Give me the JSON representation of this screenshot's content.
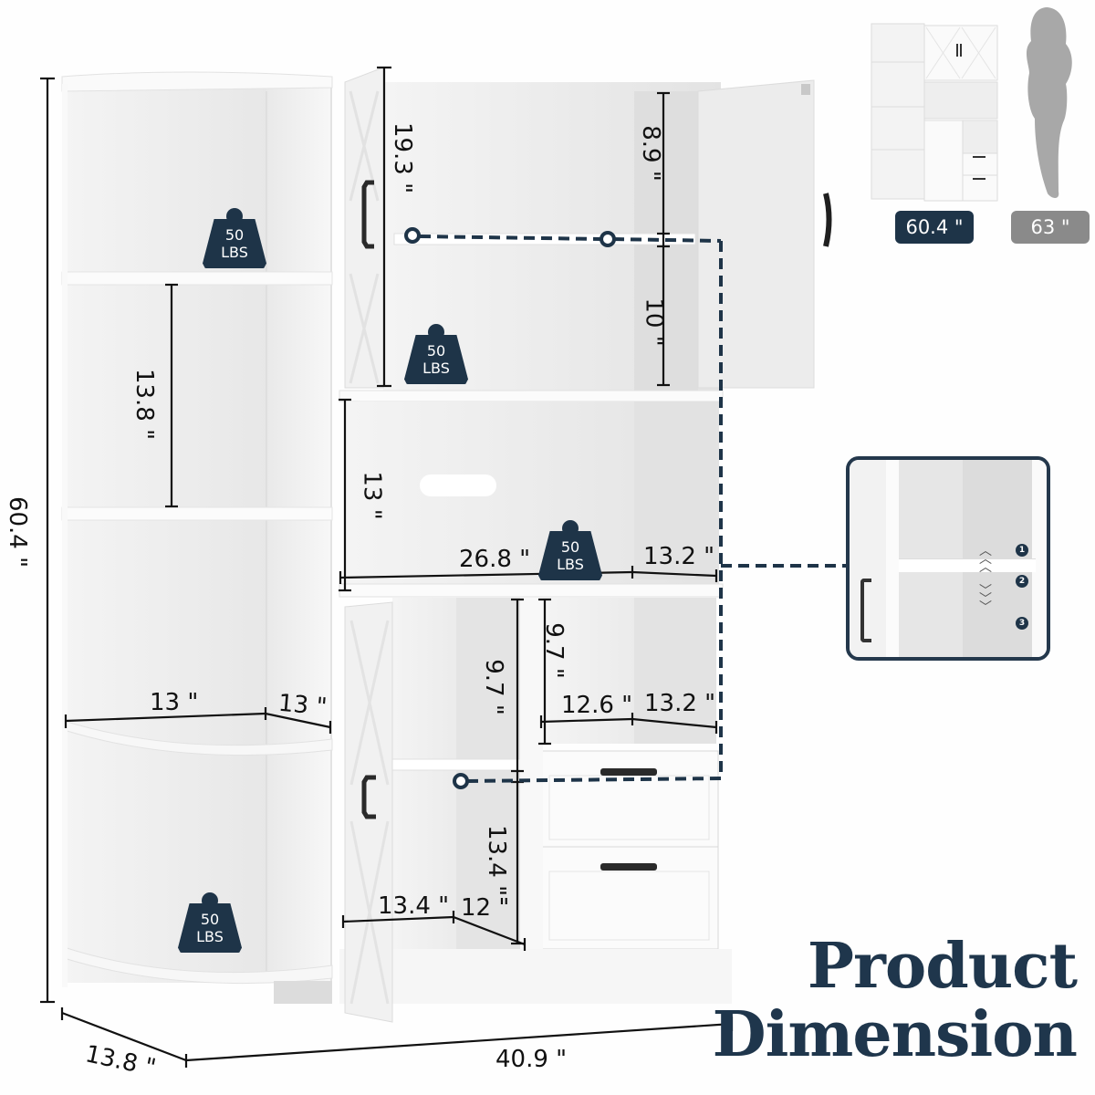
{
  "title": {
    "line1": "Product",
    "line2": "Dimension"
  },
  "colors": {
    "navy": "#1e3448",
    "title": "#1f364c",
    "gray_badge": "#8a8a8a",
    "dim_line": "#111111"
  },
  "overall": {
    "height": "60.4 \"",
    "width": "40.9 \"",
    "depth": "13.8 \""
  },
  "corner_shelf": {
    "shelf_gap": "13.8 \"",
    "shelf_width": "13 \"",
    "shelf_depth": "13 \"",
    "weight_top": {
      "value": "50",
      "unit": "LBS"
    },
    "weight_bottom": {
      "value": "50",
      "unit": "LBS"
    }
  },
  "upper_cabinet": {
    "height": "19.3 \"",
    "upper_gap": "8.9 \"",
    "lower_gap": "10 \"",
    "weight": {
      "value": "50",
      "unit": "LBS"
    }
  },
  "microwave_shelf": {
    "height": "13 \"",
    "width": "26.8 \"",
    "depth": "13.2 \"",
    "weight": {
      "value": "50",
      "unit": "LBS"
    }
  },
  "lower_cabinet": {
    "upper_height": "9.7 \"",
    "lower_height": "13.4 \"",
    "width": "13.4 \"",
    "depth": "12 \""
  },
  "drawer_cubby": {
    "height": "9.7 \"",
    "width": "12.6 \"",
    "depth": "13.2 \""
  },
  "comparison": {
    "cabinet_height": "60.4 \"",
    "person_height": "63 \""
  },
  "adjustable_shelf_callout": {
    "positions": [
      "1",
      "2",
      "3"
    ]
  }
}
